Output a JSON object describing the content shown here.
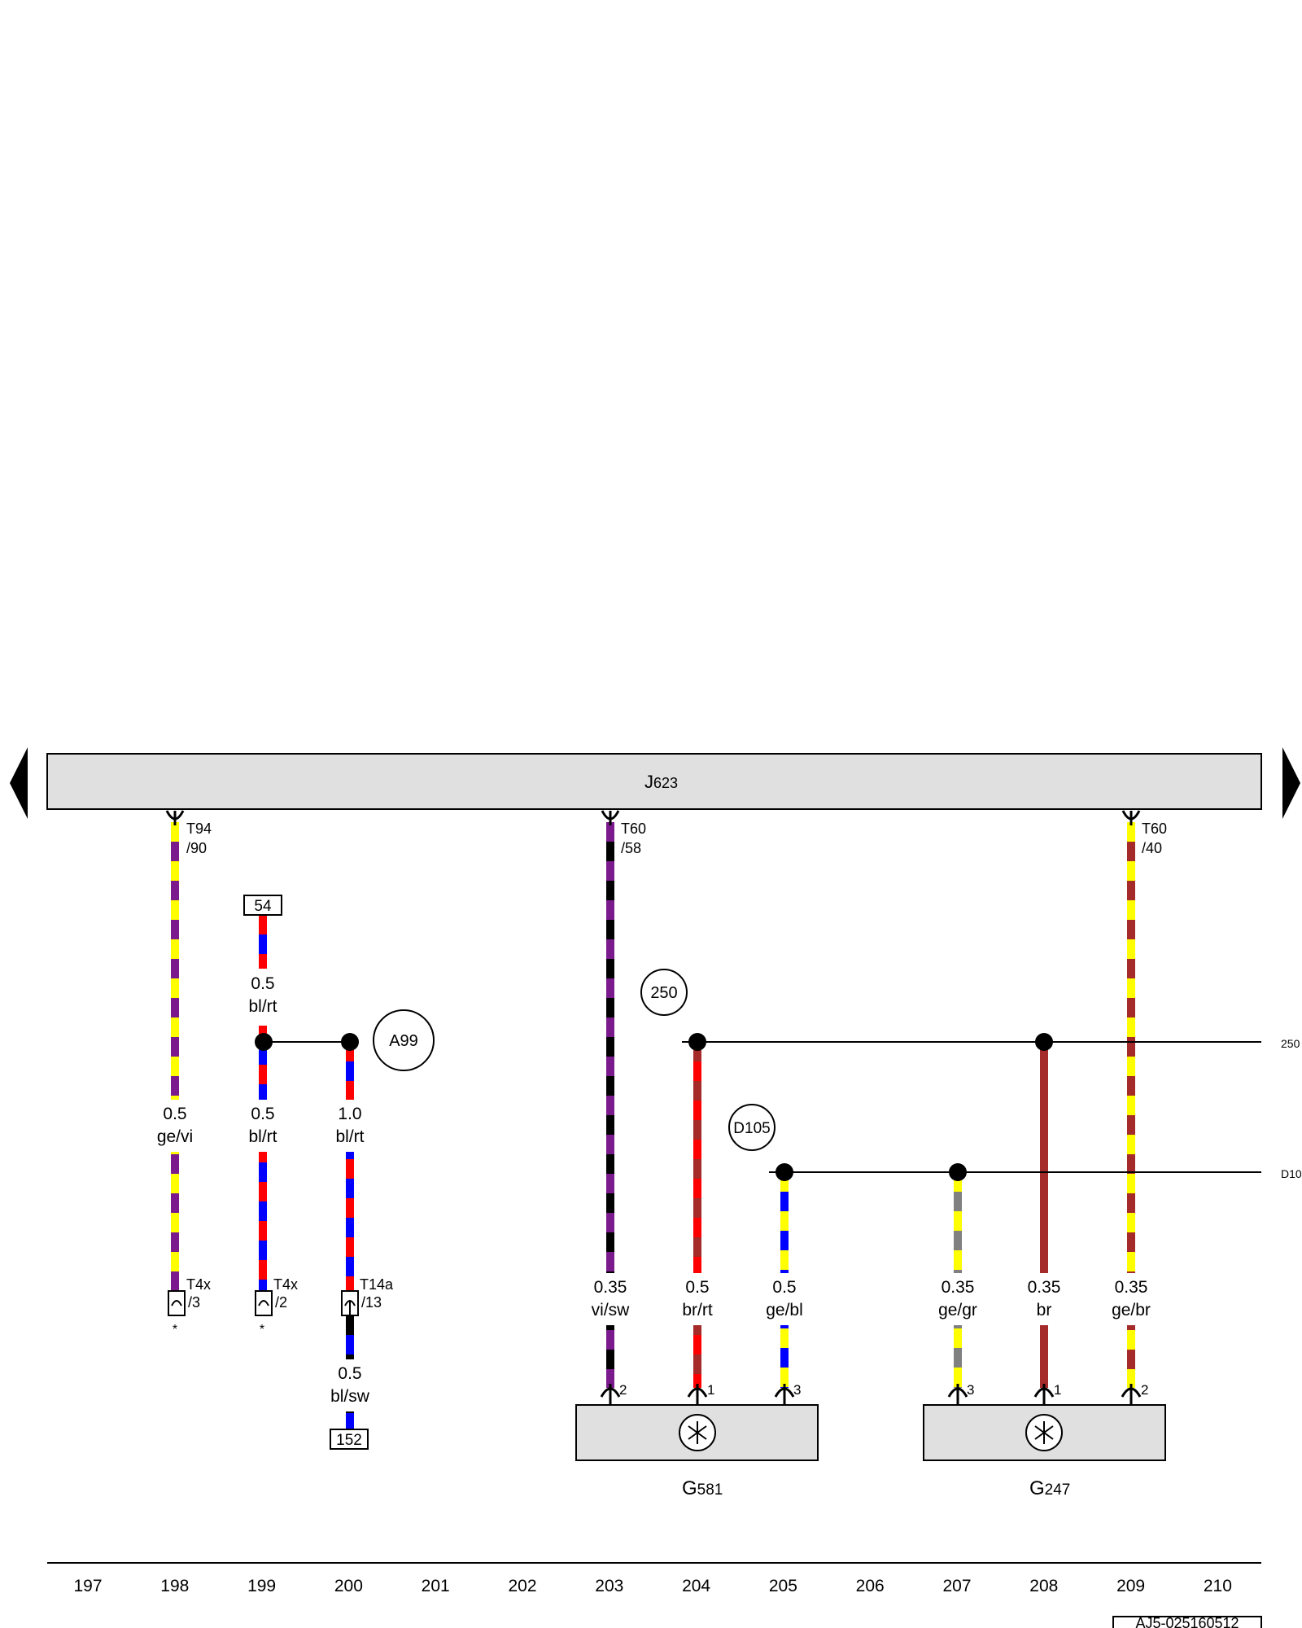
{
  "ecu": {
    "name": "J",
    "sub": "623"
  },
  "connectors": {
    "t94": {
      "line1": "T94",
      "line2": "/90"
    },
    "t60_58": {
      "line1": "T60",
      "line2": "/58"
    },
    "t60_40": {
      "line1": "T60",
      "line2": "/40"
    },
    "t4x_3": {
      "line1": "T4x",
      "line2": "/3"
    },
    "t4x_2": {
      "line1": "T4x",
      "line2": "/2"
    },
    "t14a": {
      "line1": "T14a",
      "line2": "/13"
    }
  },
  "refs": {
    "r54": "54",
    "r152": "152"
  },
  "circles": {
    "c250": "250",
    "a99": "A99",
    "d105": "D105"
  },
  "buses": {
    "bus250": "250",
    "busD10": "D10"
  },
  "wires": [
    {
      "size": "0.5",
      "color": "ge/vi"
    },
    {
      "size": "0.5",
      "color": "bl/rt"
    },
    {
      "size": "0.5",
      "color": "bl/rt"
    },
    {
      "size": "1.0",
      "color": "bl/rt"
    },
    {
      "size": "0.5",
      "color": "bl/sw"
    },
    {
      "size": "0.35",
      "color": "vi/sw"
    },
    {
      "size": "0.5",
      "color": "br/rt"
    },
    {
      "size": "0.5",
      "color": "ge/bl"
    },
    {
      "size": "0.35",
      "color": "ge/gr"
    },
    {
      "size": "0.35",
      "color": "br"
    },
    {
      "size": "0.35",
      "color": "ge/br"
    }
  ],
  "pins": {
    "p2a": "2",
    "p1a": "1",
    "p3a": "3",
    "p3b": "3",
    "p1b": "1",
    "p2b": "2"
  },
  "asterisks": {
    "a1": "*",
    "a2": "*"
  },
  "sensors": [
    {
      "name": "G",
      "sub": "581"
    },
    {
      "name": "G",
      "sub": "247"
    }
  ],
  "grid": [
    "197",
    "198",
    "199",
    "200",
    "201",
    "202",
    "203",
    "204",
    "205",
    "206",
    "207",
    "208",
    "209",
    "210"
  ],
  "code": "AJ5-025160512",
  "colors": {
    "ge": "#ffff00",
    "vi": "#7b1a8c",
    "bl": "#0000ff",
    "rt": "#ff0000",
    "sw": "#000000",
    "br": "#a52a2a",
    "gr": "#808080",
    "box": "#e0e0e0"
  }
}
